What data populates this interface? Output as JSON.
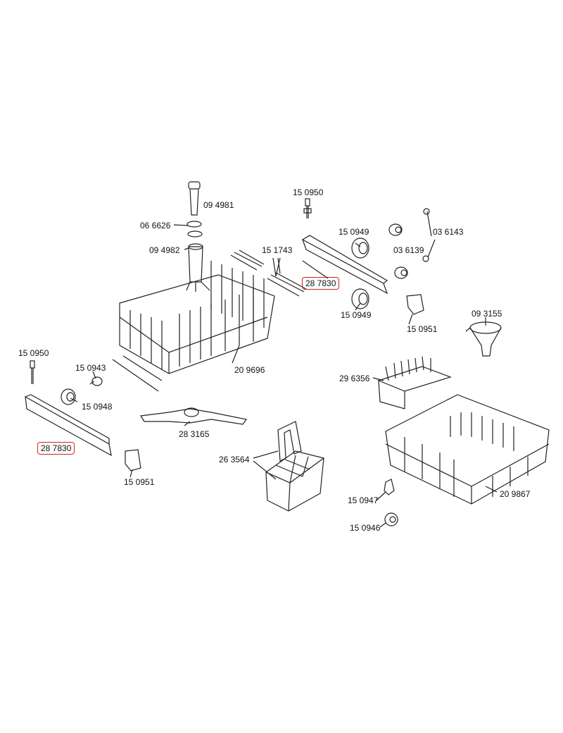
{
  "diagram": {
    "highlight_color": "#d62020",
    "labels": [
      {
        "id": "upper-spray-tube-top",
        "text": "09 4981"
      },
      {
        "id": "seal",
        "text": "06 6626"
      },
      {
        "id": "upper-spray-tube",
        "text": "09 4982"
      },
      {
        "id": "pin-upper",
        "text": "15 0950"
      },
      {
        "id": "cup-shelf",
        "text": "15 1743"
      },
      {
        "id": "rail-upper",
        "text": "28 7830",
        "highlighted": true
      },
      {
        "id": "roller-upper-a",
        "text": "15 0949"
      },
      {
        "id": "roller-small",
        "text": "03 6139"
      },
      {
        "id": "washer",
        "text": "03 6143"
      },
      {
        "id": "roller-upper-b",
        "text": "15 0949"
      },
      {
        "id": "end-cap-upper",
        "text": "15 0951"
      },
      {
        "id": "funnel",
        "text": "09 3155"
      },
      {
        "id": "upper-basket",
        "text": "20 9696"
      },
      {
        "id": "pin-left",
        "text": "15 0950"
      },
      {
        "id": "axle-left",
        "text": "15 0943"
      },
      {
        "id": "roller-left",
        "text": "15 0948"
      },
      {
        "id": "plate-rack",
        "text": "29 6356"
      },
      {
        "id": "spray-arm",
        "text": "28 3165"
      },
      {
        "id": "rail-left",
        "text": "28 7830",
        "highlighted": true
      },
      {
        "id": "end-cap-left",
        "text": "15 0951"
      },
      {
        "id": "cutlery-basket",
        "text": "26 3564"
      },
      {
        "id": "clip",
        "text": "15 0947"
      },
      {
        "id": "wheel",
        "text": "15 0946"
      },
      {
        "id": "lower-basket",
        "text": "20 9867"
      }
    ]
  }
}
